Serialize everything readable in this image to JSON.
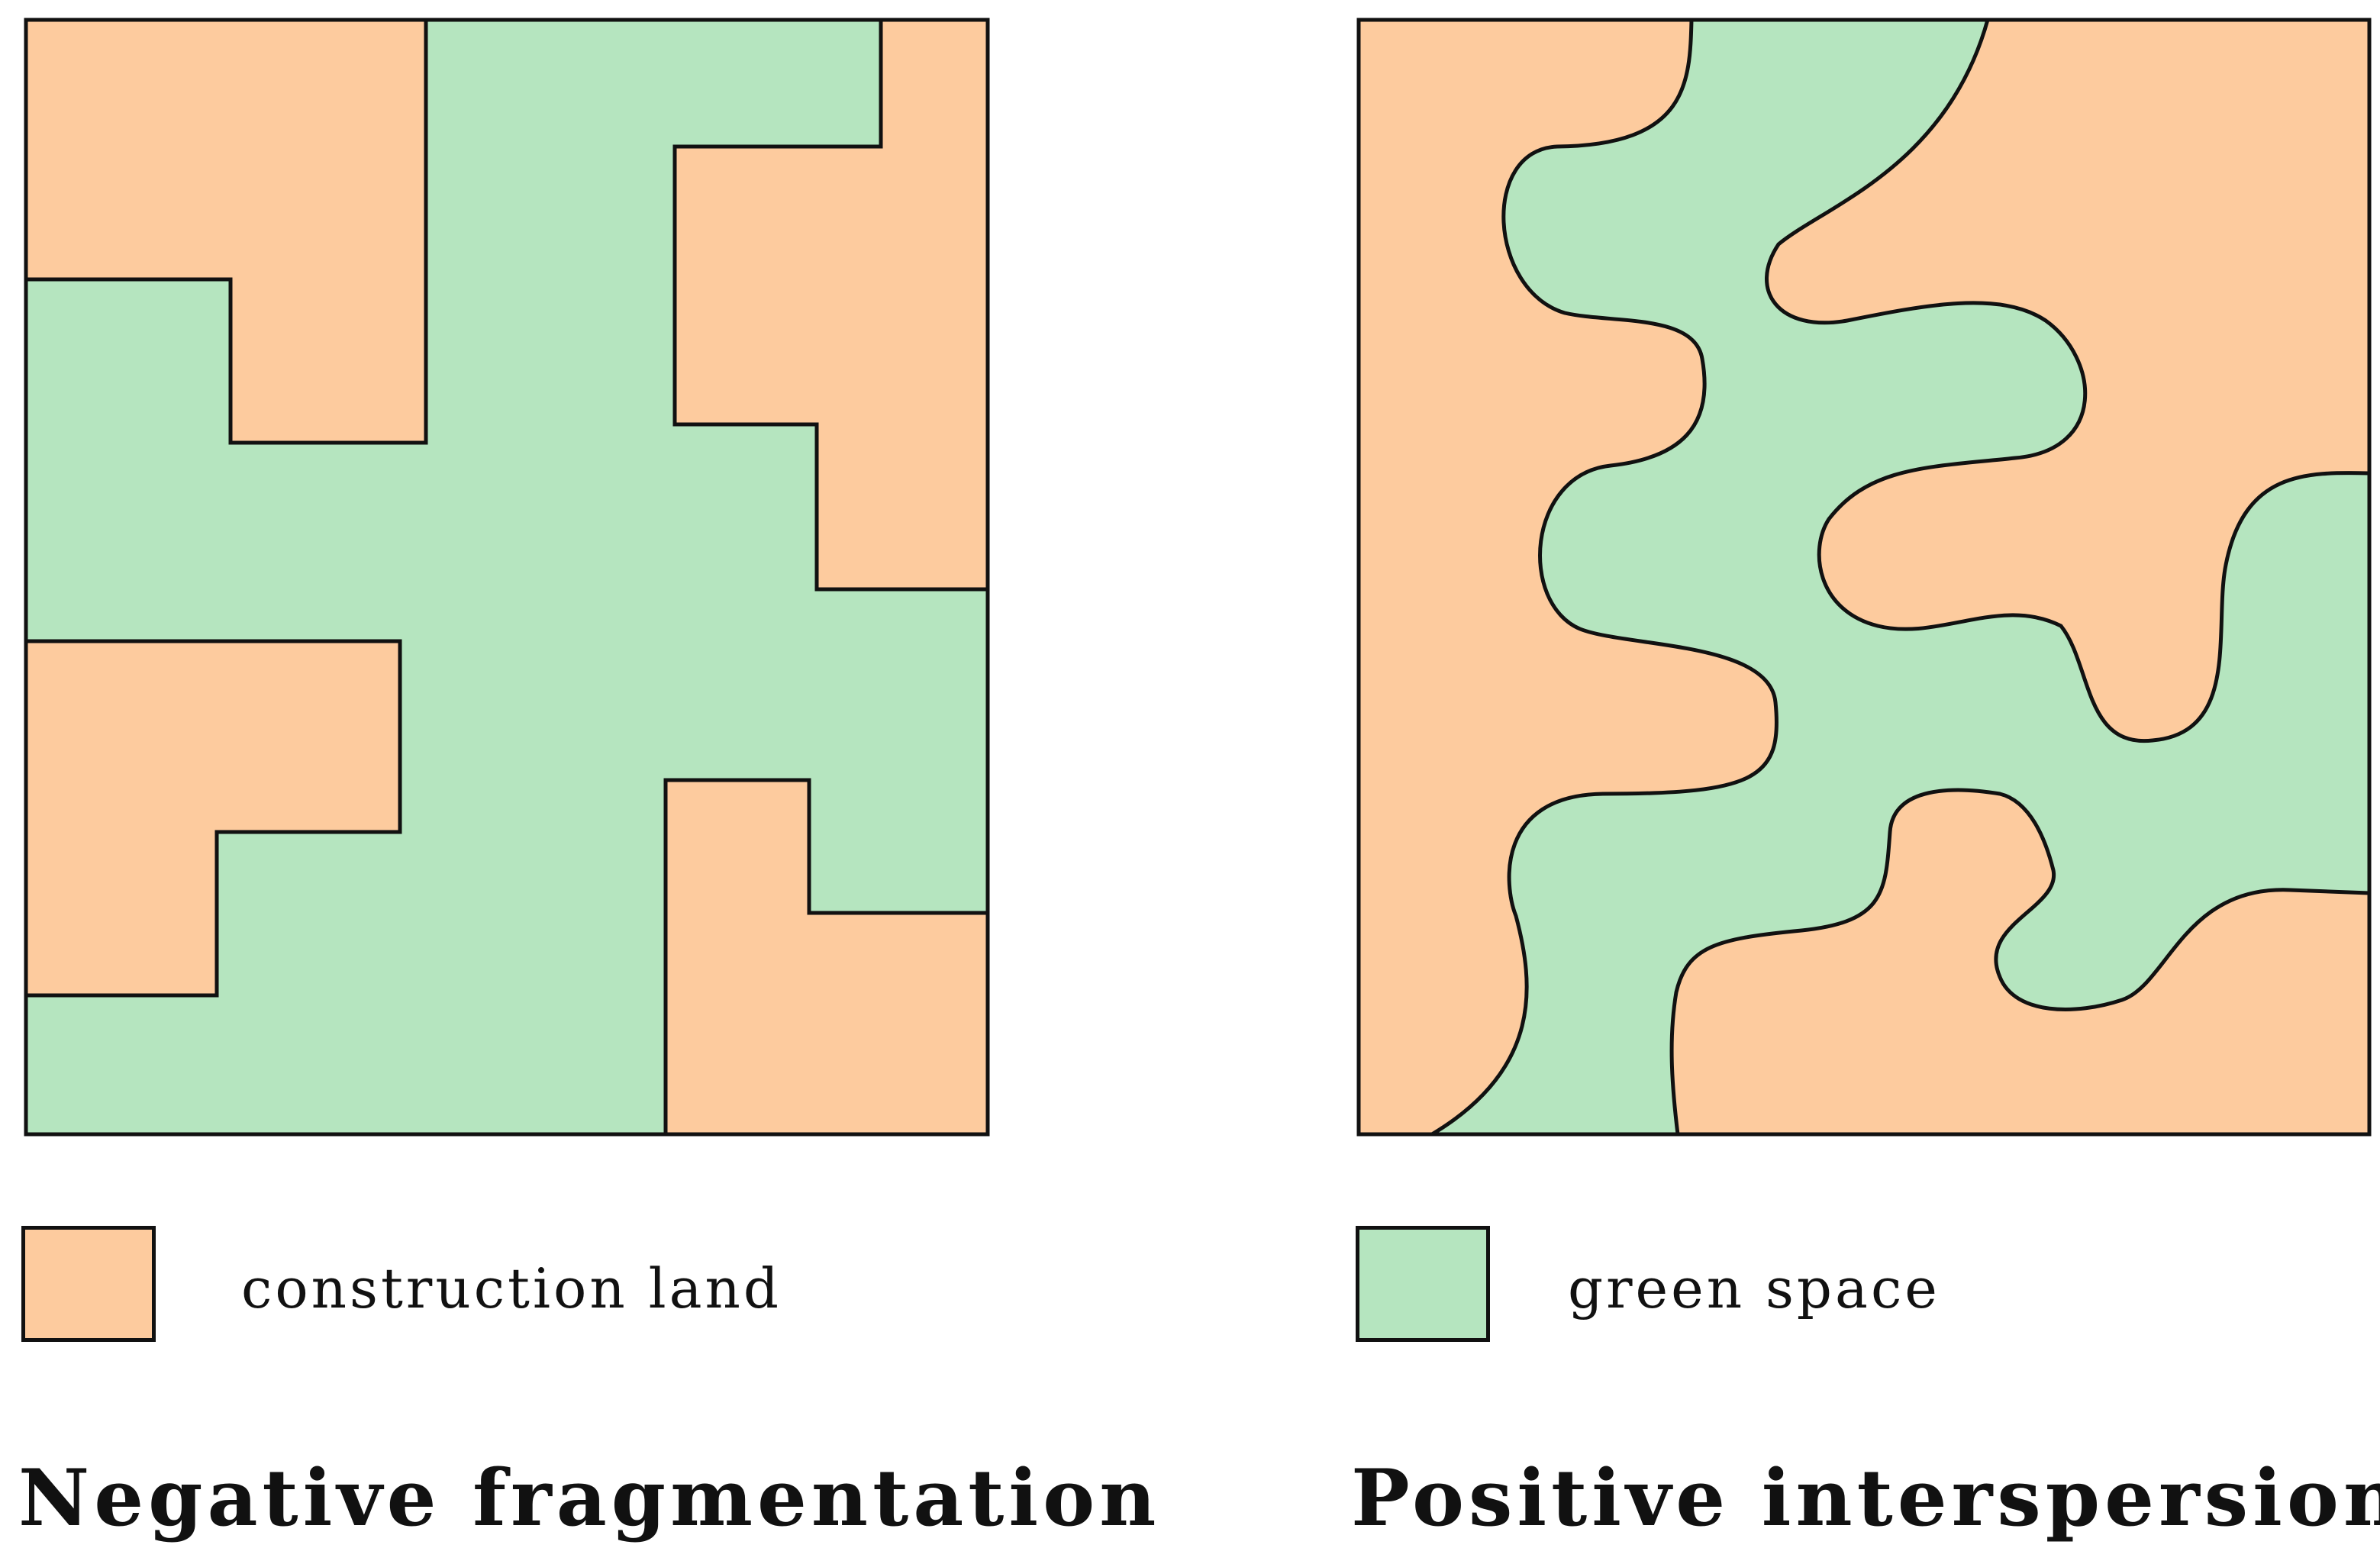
{
  "colors": {
    "construction_land": "#FDCB9E",
    "green_space": "#B5E5BF",
    "outline": "#111111"
  },
  "legend": {
    "construction_label": "construction land",
    "green_label": "green space"
  },
  "captions": {
    "left": "Negative fragmentation",
    "right": "Positive interspersion"
  }
}
